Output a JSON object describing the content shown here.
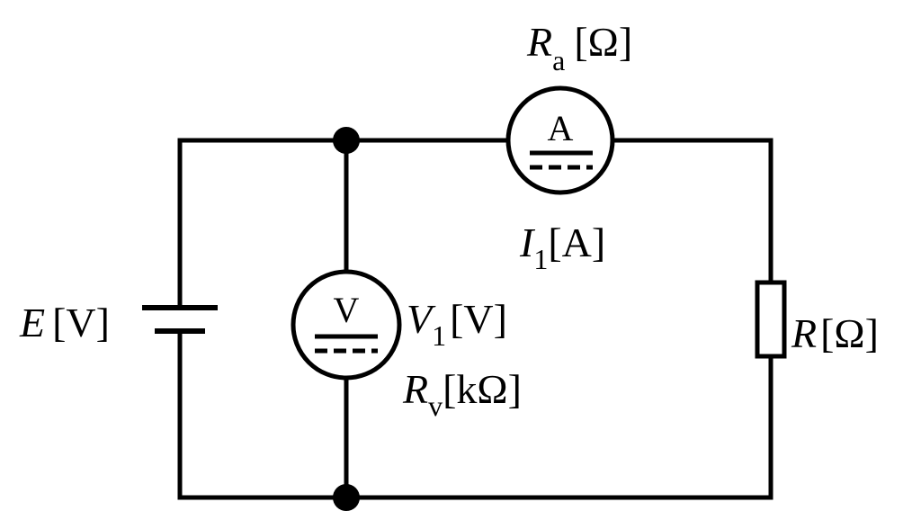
{
  "circuit": {
    "source": {
      "symbol": "E",
      "unit": "[V]"
    },
    "ammeter": {
      "letter": "A",
      "reading_symbol": "I",
      "reading_sub": "1",
      "reading_unit": "[A]",
      "resistance_symbol": "R",
      "resistance_sub": "a",
      "resistance_unit": "[Ω]"
    },
    "voltmeter": {
      "letter": "V",
      "reading_symbol": "V",
      "reading_sub": "1",
      "reading_unit": "[V]",
      "resistance_symbol": "R",
      "resistance_sub": "v",
      "resistance_unit": "[kΩ]"
    },
    "load": {
      "symbol": "R",
      "unit": "[Ω]"
    }
  }
}
